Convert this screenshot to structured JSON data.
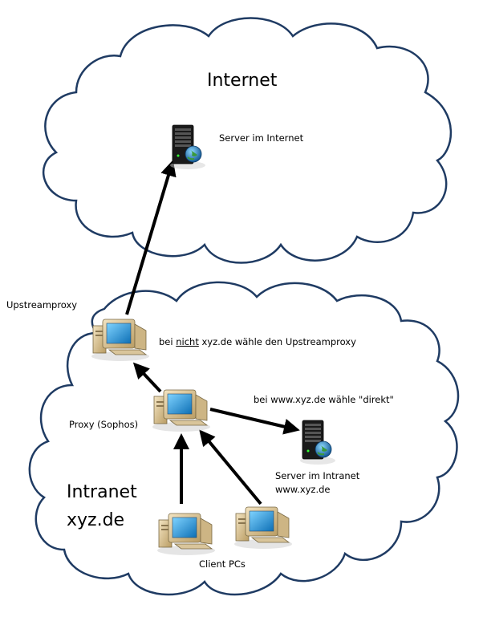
{
  "clouds": {
    "internet": {
      "title": "Internet"
    },
    "intranet": {
      "title_line1": "Intranet",
      "title_line2": "xyz.de"
    }
  },
  "nodes": {
    "internet_server": {
      "label": "Server im Internet",
      "icon": "server-globe-icon"
    },
    "upstream_proxy": {
      "label": "Upstreamproxy",
      "icon": "computer-icon"
    },
    "sophos_proxy": {
      "label": "Proxy (Sophos)",
      "icon": "computer-icon"
    },
    "intranet_server": {
      "label_line1": "Server im Intranet",
      "label_line2": "www.xyz.de",
      "icon": "server-globe-icon"
    },
    "clients": {
      "label": "Client PCs",
      "icon": "computer-icon"
    }
  },
  "rules": {
    "upstream": {
      "prefix": "bei ",
      "emphasis": "nicht",
      "suffix": " xyz.de wähle den Upstreamproxy"
    },
    "direct": {
      "text": "bei  www.xyz.de wähle \"direkt\""
    }
  },
  "colors": {
    "cloud_stroke": "#1f3b63",
    "arrow": "#000000",
    "screen": "#1f9bd8",
    "case": "#e0c99a",
    "server": "#1a1a1a"
  }
}
